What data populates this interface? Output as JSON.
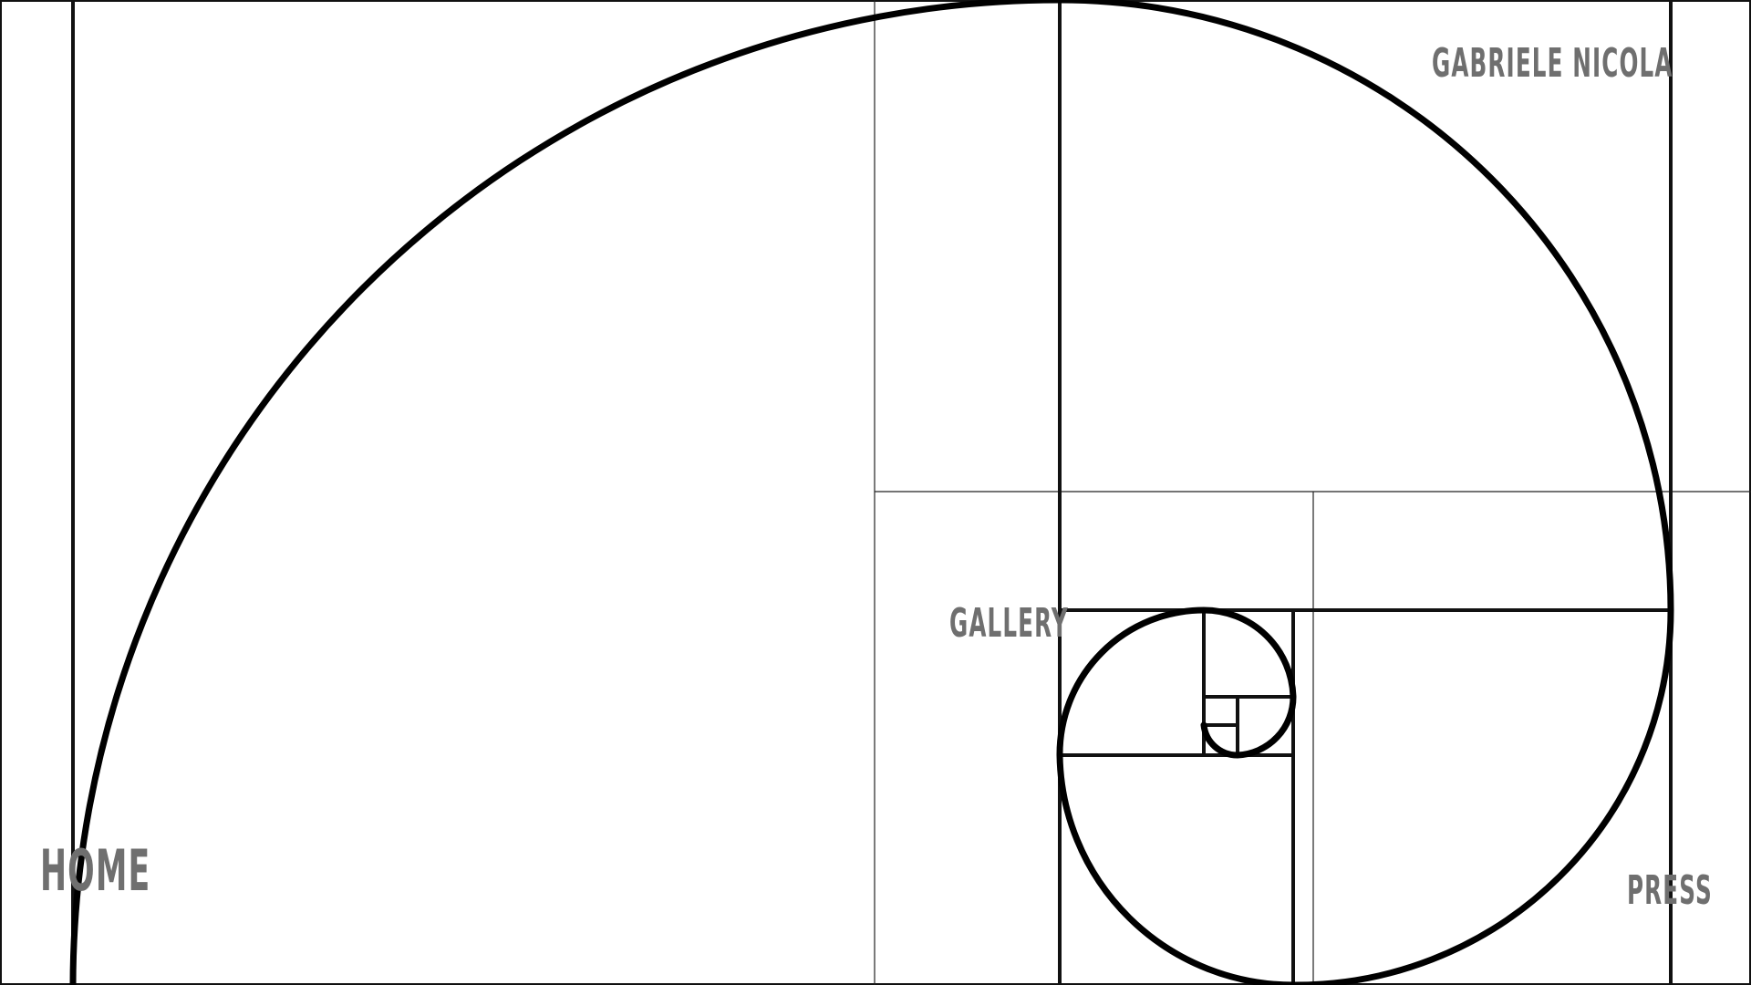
{
  "site": {
    "title": "GABRIELE NICOLA"
  },
  "nav": {
    "home": "HOME",
    "gallery": "GALLERY",
    "press": "PRESS"
  },
  "colors": {
    "background": "#ffffff",
    "line": "#111111",
    "text": "#6f6f6f"
  }
}
